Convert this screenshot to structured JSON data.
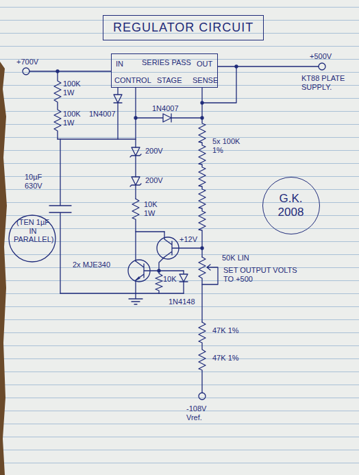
{
  "diagram": {
    "title": "REGULATOR CIRCUIT",
    "nodes": [
      {
        "text": [
          "IN",
          "SERIES PASS",
          "OUT",
          "CONTROL",
          "STAGE",
          "SENSE"
        ]
      },
      {
        "text": [
          "G.K. 2008"
        ]
      }
    ],
    "labels": [
      "+700V",
      "100K 1W",
      "100K 1W",
      "1N4007",
      "1N4007",
      "200V",
      "200V",
      "10K 1W",
      "10µF 630V",
      "(TEN 1µF IN PARALLEL)",
      "2x MJE340",
      "10K",
      "1N4148",
      "+12V",
      "5x 100K 1%",
      "50K LIN",
      "SET OUTPUT VOLTS TO +500",
      "47K 1%",
      "47K 1%",
      "-108V Vref.",
      "+500V",
      "KT88 PLATE SUPPLY."
    ]
  }
}
